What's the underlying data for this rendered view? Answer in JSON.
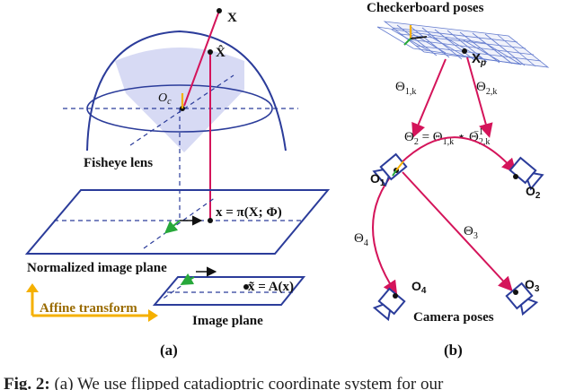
{
  "panel_a": {
    "point_X": "X",
    "point_X_hat": "X̂",
    "center_label": "O",
    "center_sub": "c",
    "lens_label": "Fisheye lens",
    "proj_eq_prefix": "x = π(X; Φ)",
    "norm_plane_label": "Normalized image plane",
    "affine_label": "Affine transform",
    "affine_eq": "x̃ = A(x)",
    "image_plane_label": "Image plane",
    "panel_label": "(a)"
  },
  "panel_b": {
    "title": "Checkerboard poses",
    "point_Xp": "X",
    "point_Xp_sub": "p",
    "theta1k": "Θ",
    "theta1k_sub": "1,k",
    "theta2k": "Θ",
    "theta2k_sub": "2,k",
    "eq_lhs": "Θ",
    "eq_lhs_sub": "2",
    "eq_mid": " = Θ",
    "eq_mid_sub": "1,k",
    "eq_star": " ⋆ Θ",
    "eq_rhs_sub": "2,k",
    "eq_rhs_sup": "−1",
    "cam1": "O",
    "cam1_sub": "1",
    "cam2": "O",
    "cam2_sub": "2",
    "cam3": "O",
    "cam3_sub": "3",
    "cam4": "O",
    "cam4_sub": "4",
    "theta3": "Θ",
    "theta3_sub": "3",
    "theta4": "Θ",
    "theta4_sub": "4",
    "cams_label": "Camera poses",
    "panel_label": "(b)"
  },
  "caption": {
    "prefix": "Fig. 2:",
    "text": " (a) We use flipped catadioptric coordinate system for our"
  },
  "colors": {
    "blue": "#2b3c9a",
    "magenta": "#d4145a",
    "orange": "#f5b000",
    "green": "#27a83a",
    "lens_fill": "#c9cdf0"
  }
}
